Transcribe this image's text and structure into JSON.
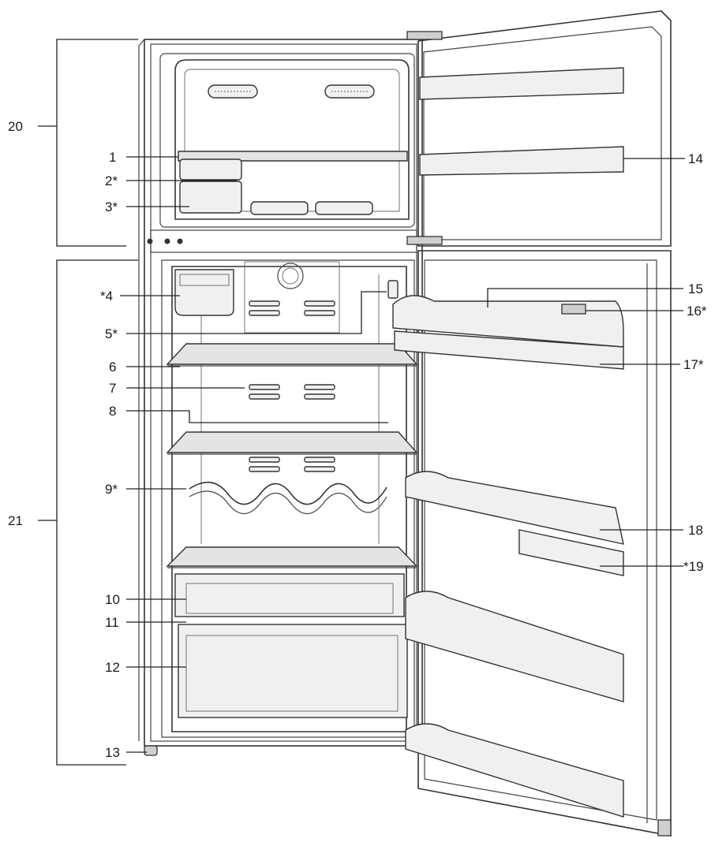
{
  "labels": {
    "l1": "1",
    "l2": "2*",
    "l3": "3*",
    "l4": "*4",
    "l5": "5*",
    "l6": "6",
    "l7": "7",
    "l8": "8",
    "l9": "9*",
    "l10": "10",
    "l11": "11",
    "l12": "12",
    "l13": "13",
    "l14": "14",
    "l15": "15",
    "l16": "16*",
    "l17": "17*",
    "l18": "18",
    "l19": "*19",
    "l20": "20",
    "l21": "21"
  }
}
